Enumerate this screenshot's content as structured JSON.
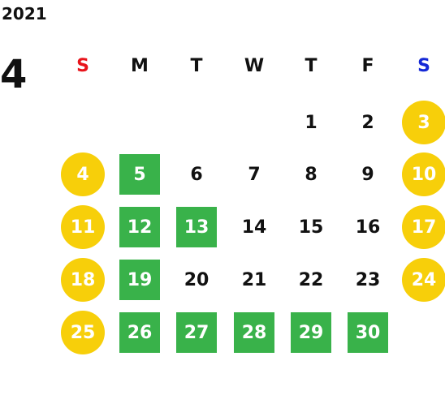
{
  "calendar": {
    "year": "2021",
    "month": "4",
    "weekdays": [
      "S",
      "M",
      "T",
      "W",
      "T",
      "F",
      "S"
    ],
    "weekday_colors": [
      "#e8141b",
      "#111111",
      "#111111",
      "#111111",
      "#111111",
      "#111111",
      "#1428d6"
    ],
    "weeks": [
      [
        "",
        "",
        "",
        "",
        "1",
        "2",
        "3"
      ],
      [
        "4",
        "5",
        "6",
        "7",
        "8",
        "9",
        "10"
      ],
      [
        "11",
        "12",
        "13",
        "14",
        "15",
        "16",
        "17"
      ],
      [
        "18",
        "19",
        "20",
        "21",
        "22",
        "23",
        "24"
      ],
      [
        "25",
        "26",
        "27",
        "28",
        "29",
        "30",
        ""
      ]
    ],
    "yellow_circle_days": [
      "3",
      "4",
      "10",
      "11",
      "17",
      "18",
      "24",
      "25"
    ],
    "green_square_days": [
      "5",
      "12",
      "13",
      "19",
      "26",
      "27",
      "28",
      "29",
      "30"
    ],
    "colors": {
      "yellow": "#f7cf0a",
      "green": "#39b24a",
      "sunday_label": "#e8141b",
      "saturday_label": "#1428d6"
    }
  }
}
